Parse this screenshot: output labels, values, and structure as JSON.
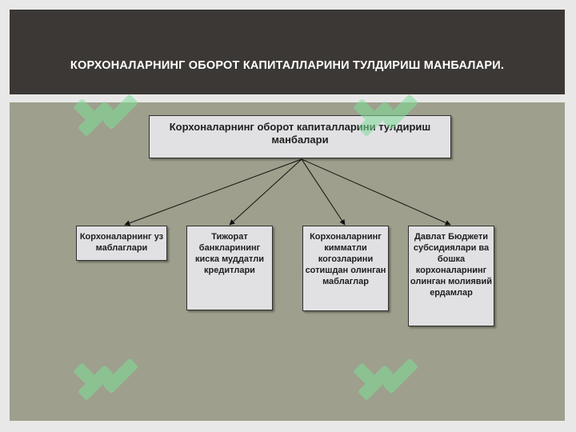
{
  "header": {
    "title": "КОРХОНАЛАРНИНГ ОБОРОТ КАПИТАЛЛАРИНИ ТУЛДИРИШ МАНБАЛАРИ."
  },
  "diagram": {
    "root": "Корхоналарнинг оборот капиталларини тулдириш манбалари",
    "children": [
      "Корхоналарнинг уз маблаглари",
      "Тижорат банкларининг киска муддатли кредитлари",
      "Корхоналарнинг кимматли когозларини сотишдан олинган маблаглар",
      "Давлат Бюджети субсидиялари ва бошка корхоналарнинг олинган молиявий ердамлар"
    ]
  },
  "colors": {
    "header_bg": "#3c3835",
    "content_bg": "#9e9f8c",
    "box_bg": "#e1e1e4",
    "watermark": "#7fdc97"
  },
  "watermark_icon": "soft-logo-watermark"
}
